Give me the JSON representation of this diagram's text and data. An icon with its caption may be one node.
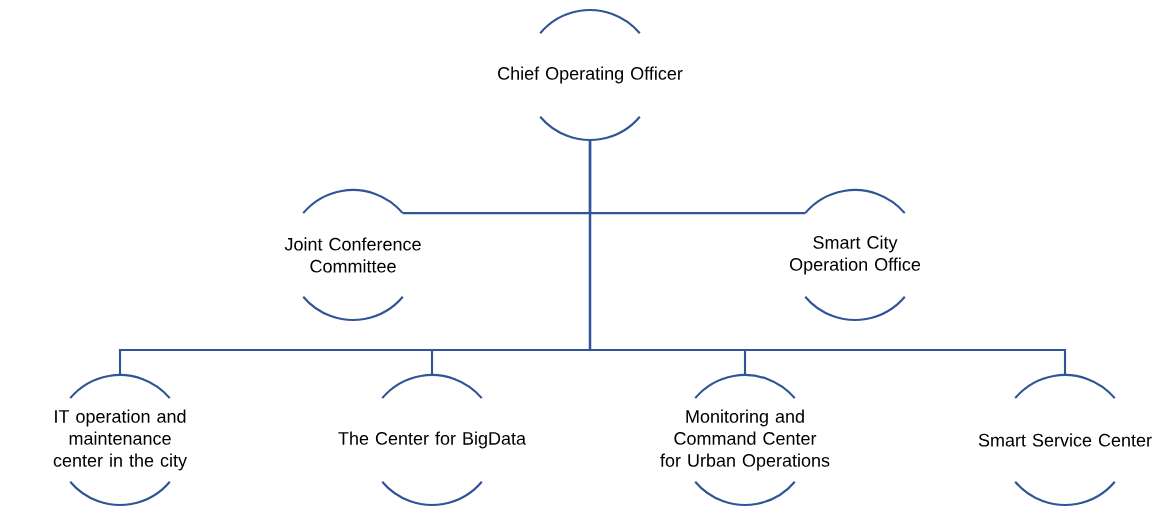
{
  "diagram": {
    "nodes": [
      {
        "text": [
          "Chief Operating Officer"
        ]
      },
      {
        "text": [
          "Joint Conference Committee"
        ]
      },
      {
        "text": [
          "Smart City Operation Office"
        ]
      },
      {
        "text": [
          "IT operation and maintenance center in the city"
        ]
      },
      {
        "text": [
          "The Center for BigData"
        ]
      },
      {
        "text": [
          "Monitoring and Command Center for Urban Operations"
        ]
      },
      {
        "text": [
          "Smart Service Center"
        ]
      }
    ],
    "edges": [
      {
        "from": 0,
        "to": 1,
        "arrow": "none"
      },
      {
        "from": 0,
        "to": 2,
        "arrow": "none"
      },
      {
        "from": 0,
        "to": 3,
        "arrow": "none"
      },
      {
        "from": 0,
        "to": 4,
        "arrow": "none"
      },
      {
        "from": 0,
        "to": 5,
        "arrow": "none"
      },
      {
        "from": 0,
        "to": 6,
        "arrow": "none"
      }
    ]
  }
}
